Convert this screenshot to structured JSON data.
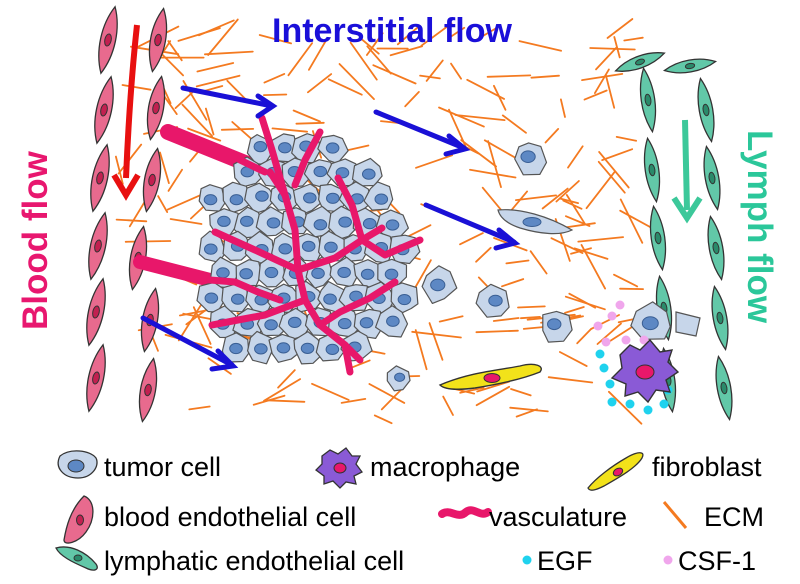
{
  "labels": {
    "interstitial_flow": "Interstitial flow",
    "blood_flow": "Blood flow",
    "lymph_flow": "Lymph flow"
  },
  "legend": {
    "tumor_cell": "tumor cell",
    "macrophage": "macrophage",
    "fibroblast": "fibroblast",
    "blood_endothelial_cell": "blood endothelial cell",
    "vasculature": "vasculature",
    "ecm": "ECM",
    "lymphatic_endothelial_cell": "lymphatic endothelial cell",
    "egf": "EGF",
    "csf1": "CSF-1"
  },
  "colors": {
    "interstitial_flow": "#1a0fd9",
    "blood_flow": "#e8176f",
    "lymph_flow": "#2bc79a",
    "blood_arrow": "#e81010",
    "blue_arrow": "#1a10d6",
    "lymph_arrow": "#3cc89a",
    "ecm": "#f47a20",
    "vasculature": "#e8176a",
    "tumor_fill": "#c7d6ea",
    "tumor_nucleus": "#5d88c4",
    "macrophage": "#8a5ad6",
    "fibroblast": "#f2e21a",
    "blood_cell": "#e86a8e",
    "lymph_cell": "#62c8a8",
    "egf": "#1fd2ee",
    "csf1": "#f0a6ec"
  },
  "icons": [
    "tumor-cell-icon",
    "macrophage-icon",
    "fibroblast-icon",
    "blood-endothelial-cell-icon",
    "vasculature-icon",
    "ecm-icon",
    "lymphatic-endothelial-cell-icon",
    "egf-dot-icon",
    "csf1-dot-icon"
  ]
}
